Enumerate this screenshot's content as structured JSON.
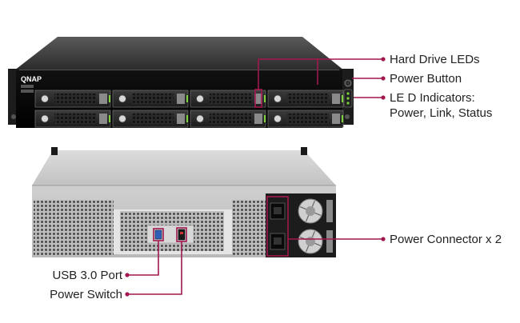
{
  "brand": {
    "logo_text": "QNAP"
  },
  "colors": {
    "callout_line": "#a2174f",
    "callout_text": "#222222",
    "chassis_dark": "#1a1a1a",
    "chassis_silver": "#c9c9c9",
    "led_green": "#7fd13b"
  },
  "front_unit": {
    "drive_bay_rows": 2,
    "drive_bays_per_row": 4
  },
  "rear_unit": {
    "power_supplies": 2
  },
  "callouts": {
    "hard_drive_leds": "Hard Drive LEDs",
    "power_button": "Power Button",
    "led_indicators_line1": "LE D Indicators:",
    "led_indicators_line2": "Power, Link, Status",
    "power_connector": "Power Connector x 2",
    "usb_port": "USB 3.0 Port",
    "power_switch": "Power Switch"
  }
}
